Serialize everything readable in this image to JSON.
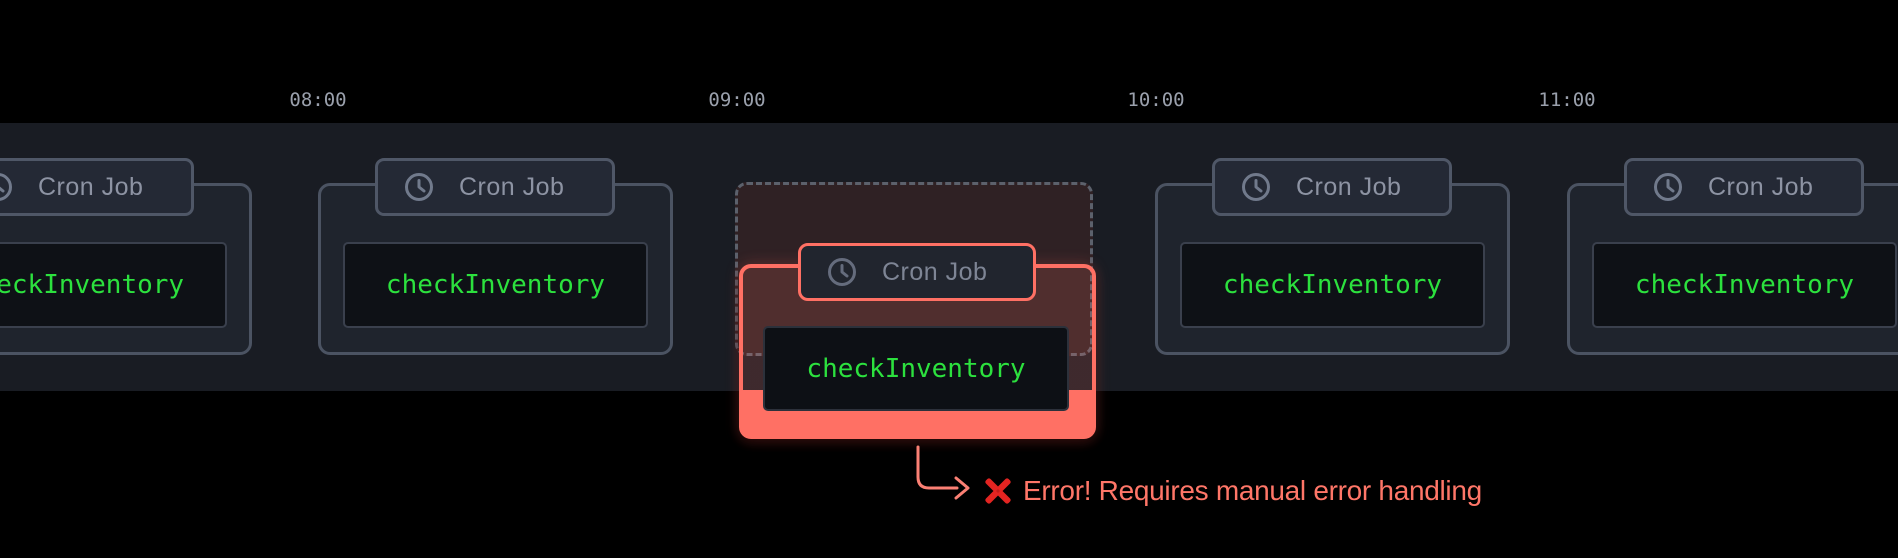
{
  "timeline": {
    "time_labels": [
      "08:00",
      "09:00",
      "10:00",
      "11:00"
    ],
    "cards": [
      {
        "badge_label": "Cron Job",
        "badge_icon": "clock-icon",
        "command": "checkInventory",
        "status": "ok"
      },
      {
        "badge_label": "Cron Job",
        "badge_icon": "clock-icon",
        "command": "checkInventory",
        "status": "ok"
      },
      {
        "badge_label": "Cron Job",
        "badge_icon": "clock-icon",
        "command": "checkInventory",
        "status": "failed"
      },
      {
        "badge_label": "Cron Job",
        "badge_icon": "clock-icon",
        "command": "checkInventory",
        "status": "ok"
      },
      {
        "badge_label": "Cron Job",
        "badge_icon": "clock-icon",
        "command": "checkInventory",
        "status": "ok"
      }
    ]
  },
  "error_annotation": {
    "icon": "cross-mark-icon",
    "message": "Error! Requires manual error handling"
  },
  "colors": {
    "page_background": "#000000",
    "band_background": "#191c23",
    "card_background": "#1f242d",
    "card_border": "#4b5362",
    "badge_text": "#8d93a3",
    "command_text": "#2ce13e",
    "time_label_text": "#9aa0ac",
    "failed_accent": "#ff7064",
    "error_text": "#ff7668",
    "cross_mark": "#e32421"
  }
}
